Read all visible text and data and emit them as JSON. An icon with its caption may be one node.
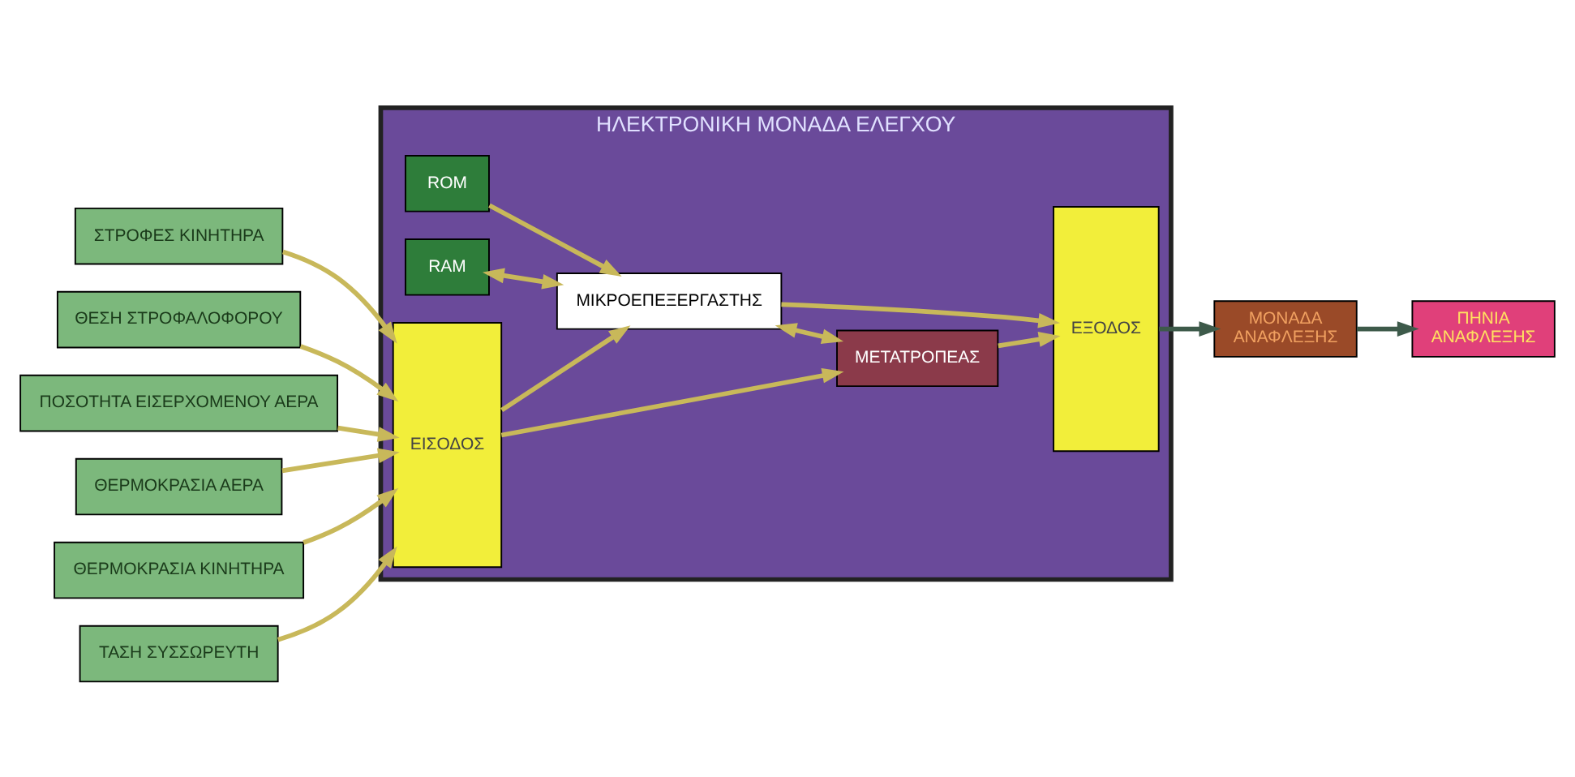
{
  "diagram": {
    "nodes": [
      {
        "text": [
          "ΣΤΡΟΦΕΣ ΚΙΝΗΤΗΡΑ"
        ]
      },
      {
        "text": [
          "ΘΕΣΗ ΣΤΡΟΦΑΛΟΦΟΡΟΥ"
        ]
      },
      {
        "text": [
          "ΠΟΣΟΤΗΤΑ ΕΙΣΕΡΧΟΜΕΝΟΥ ΑΕΡΑ"
        ]
      },
      {
        "text": [
          "ΘΕΡΜΟΚΡΑΣΙΑ ΑΕΡΑ"
        ]
      },
      {
        "text": [
          "ΘΕΡΜΟΚΡΑΣΙΑ ΚΙΝΗΤΗΡΑ"
        ]
      },
      {
        "text": [
          "ΤΑΣΗ ΣΥΣΣΩΡΕΥΤΗ"
        ]
      },
      {
        "text": [
          "ΗΛΕΚΤΡΟΝΙΚΗ ΜΟΝΑΔΑ ΕΛΕΓΧΟΥ"
        ]
      },
      {
        "text": [
          "ROM"
        ],
        "in": 6
      },
      {
        "text": [
          "RAM"
        ],
        "in": 6
      },
      {
        "text": [
          "ΜΙΚΡΟΕΠΕΞΕΡΓΑΣΤΗΣ"
        ],
        "in": 6
      },
      {
        "text": [
          "ΕΙΣΟΔΟΣ"
        ],
        "in": 6
      },
      {
        "text": [
          "ΜΕΤΑΤΡΟΠΕΑΣ"
        ],
        "in": 6
      },
      {
        "text": [
          "ΕΞΟΔΟΣ"
        ],
        "in": 6
      },
      {
        "text": [
          "ΜΟΝΑΔΑ",
          "ΑΝΑΦΛΕΞΗΣ"
        ]
      },
      {
        "text": [
          "ΠΗΝΙΑ",
          "ΑΝΑΦΛΕΞΗΣ"
        ]
      }
    ],
    "edges": [
      {
        "from": 0,
        "to": 10,
        "arrow": "to"
      },
      {
        "from": 1,
        "to": 10,
        "arrow": "to"
      },
      {
        "from": 2,
        "to": 10,
        "arrow": "to"
      },
      {
        "from": 3,
        "to": 10,
        "arrow": "to"
      },
      {
        "from": 4,
        "to": 10,
        "arrow": "to"
      },
      {
        "from": 5,
        "to": 10,
        "arrow": "to"
      },
      {
        "from": 7,
        "to": 9,
        "arrow": "to"
      },
      {
        "from": 8,
        "to": 9,
        "arrow": "both"
      },
      {
        "from": 10,
        "to": 9,
        "arrow": "to"
      },
      {
        "from": 9,
        "to": 12,
        "arrow": "to"
      },
      {
        "from": 9,
        "to": 11,
        "arrow": "both"
      },
      {
        "from": 10,
        "to": 11,
        "arrow": "to"
      },
      {
        "from": 11,
        "to": 12,
        "arrow": "to"
      },
      {
        "from": 12,
        "to": 13,
        "arrow": "to",
        "color": "#3d5a4a"
      },
      {
        "from": 13,
        "to": 14,
        "arrow": "to",
        "color": "#3d5a4a"
      }
    ]
  }
}
